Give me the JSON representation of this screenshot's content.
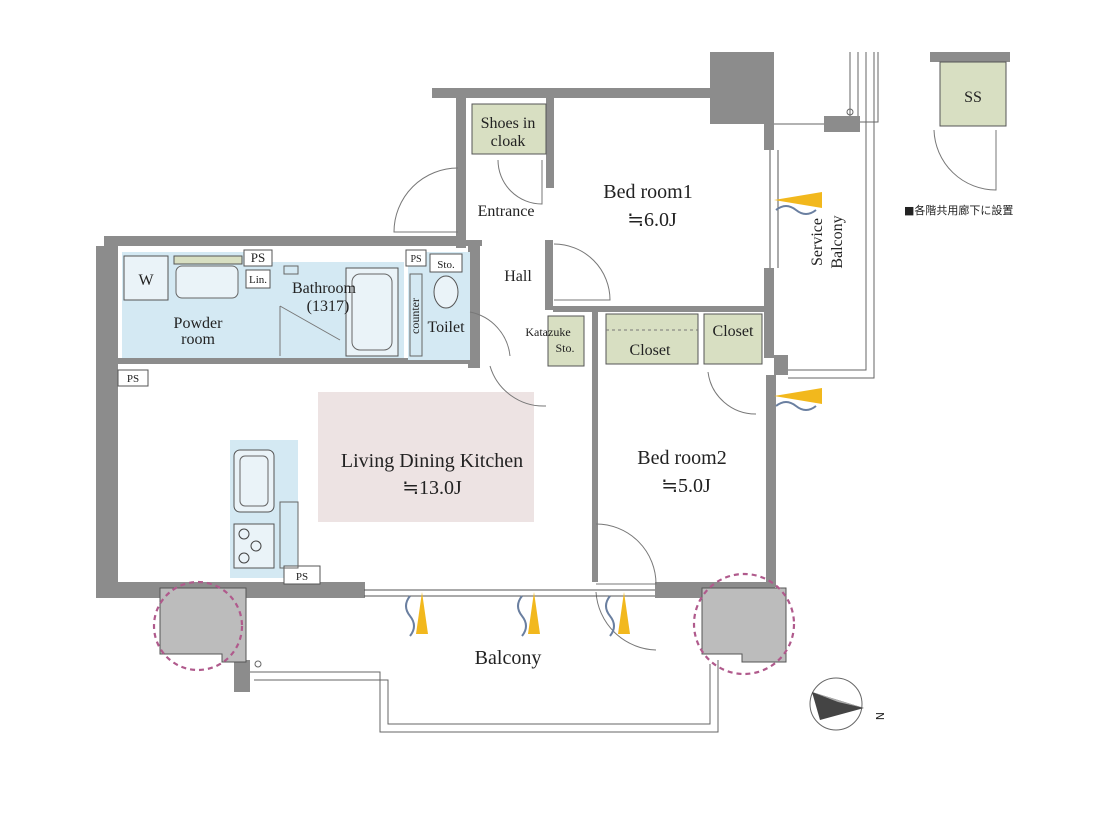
{
  "rooms": {
    "shoes_in_cloak_line1": "Shoes in",
    "shoes_in_cloak_line2": "cloak",
    "entrance": "Entrance",
    "hall": "Hall",
    "bedroom1": "Bed room1",
    "bedroom1_size": "≒6.0J",
    "service_balcony_line1": "Service",
    "service_balcony_line2": "Balcony",
    "ss": "SS",
    "ss_note": "■各階共用廊下に設置",
    "ps_top_left": "PS",
    "ps_top_mid": "PS",
    "ps_left": "PS",
    "ps_kitchen": "PS",
    "washer": "W",
    "linen": "Lin.",
    "bathroom_line1": "Bathroom",
    "bathroom_line2": "(1317)",
    "storage_toilet": "Sto.",
    "counter": "counter",
    "toilet": "Toilet",
    "powder_room_line1": "Powder",
    "powder_room_line2": "room",
    "katazuke_line1": "Katazuke",
    "katazuke_line2": "Sto.",
    "closet_left": "Closet",
    "closet_right": "Closet",
    "ldk": "Living Dining Kitchen",
    "ldk_size": "≒13.0J",
    "bedroom2": "Bed room2",
    "bedroom2_size": "≒5.0J",
    "balcony": "Balcony",
    "compass_north": "N"
  },
  "colors": {
    "wall": "#8c8c8c",
    "wet_area": "#d4e9f3",
    "storage": "#d8dfc2",
    "ldk_highlight": "#ede3e3",
    "airflow_arrow": "#f2b81d",
    "pillar_marker": "#b05a8c"
  }
}
